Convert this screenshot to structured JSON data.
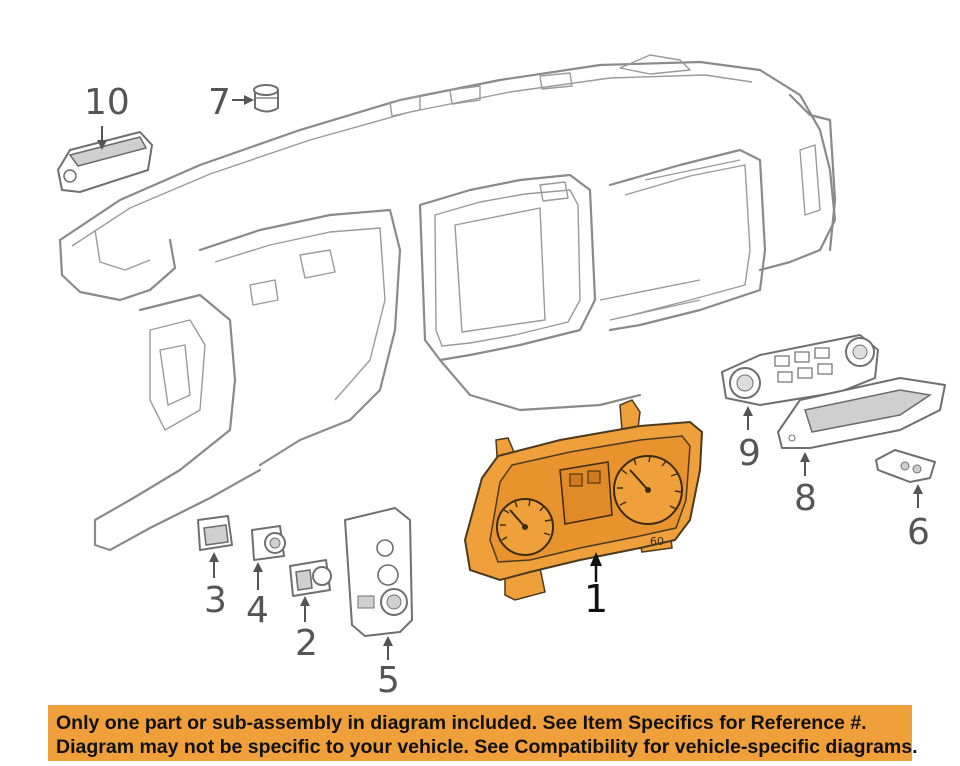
{
  "callouts": {
    "c1": "1",
    "c2": "2",
    "c3": "3",
    "c4": "4",
    "c5": "5",
    "c6": "6",
    "c7": "7",
    "c8": "8",
    "c9": "9",
    "c10": "10"
  },
  "cluster_marks": {
    "right_gauge_label": "60"
  },
  "colors": {
    "highlight": "#f0a03a",
    "banner": "#f0a03a",
    "outline": "#8a8a8a"
  },
  "disclaimer": {
    "line1": "Only one part or sub-assembly in diagram included. See Item Specifics for Reference #.",
    "line2": "Diagram may not be specific to your vehicle. See Compatibility for vehicle-specific diagrams."
  }
}
